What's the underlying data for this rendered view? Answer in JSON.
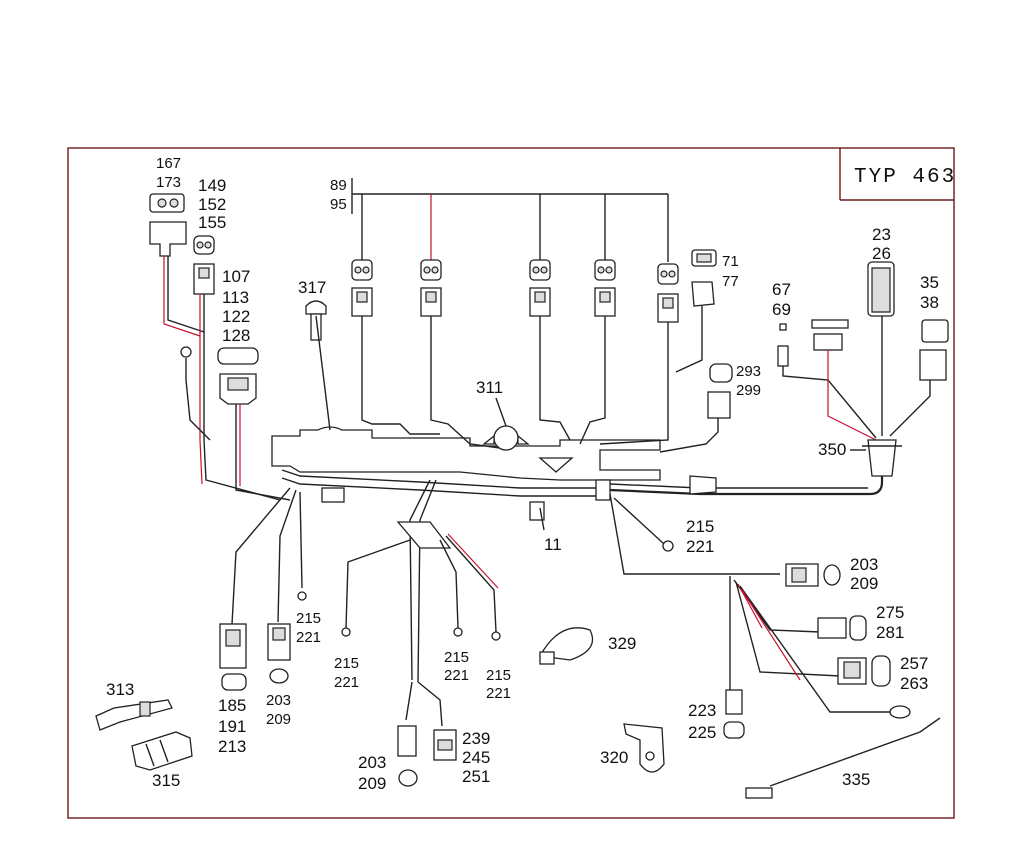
{
  "title_box": "TYP 463",
  "labels": {
    "l167_173": [
      "167",
      "173"
    ],
    "l149_155": [
      "149",
      "152",
      "155"
    ],
    "l107_128": [
      "107",
      "113",
      "122",
      "128"
    ],
    "l317": "317",
    "l89_95": [
      "89",
      "95"
    ],
    "l311": "311",
    "l71_77": [
      "71",
      "77"
    ],
    "l293_299": [
      "293",
      "299"
    ],
    "l23_26": [
      "23",
      "26"
    ],
    "l67_69": [
      "67",
      "69"
    ],
    "l35_38": [
      "35",
      "38"
    ],
    "l350": "350",
    "l11": "11",
    "l215a": [
      "215",
      "221"
    ],
    "l203a": [
      "203",
      "209"
    ],
    "l275": [
      "275",
      "281"
    ],
    "l257": [
      "257",
      "263"
    ],
    "l223": [
      "223",
      "225"
    ],
    "l329": "329",
    "l320": "320",
    "l335": "335",
    "l215b": [
      "215",
      "221"
    ],
    "l215c": [
      "215",
      "221"
    ],
    "l215d": [
      "215",
      "221"
    ],
    "l215e": [
      "215",
      "221"
    ],
    "l203b": [
      "203",
      "209"
    ],
    "l203c": [
      "203",
      "209"
    ],
    "l239": [
      "239",
      "245",
      "251"
    ],
    "l185": [
      "185",
      "191",
      "213"
    ],
    "l313": "313",
    "l315": "315"
  }
}
